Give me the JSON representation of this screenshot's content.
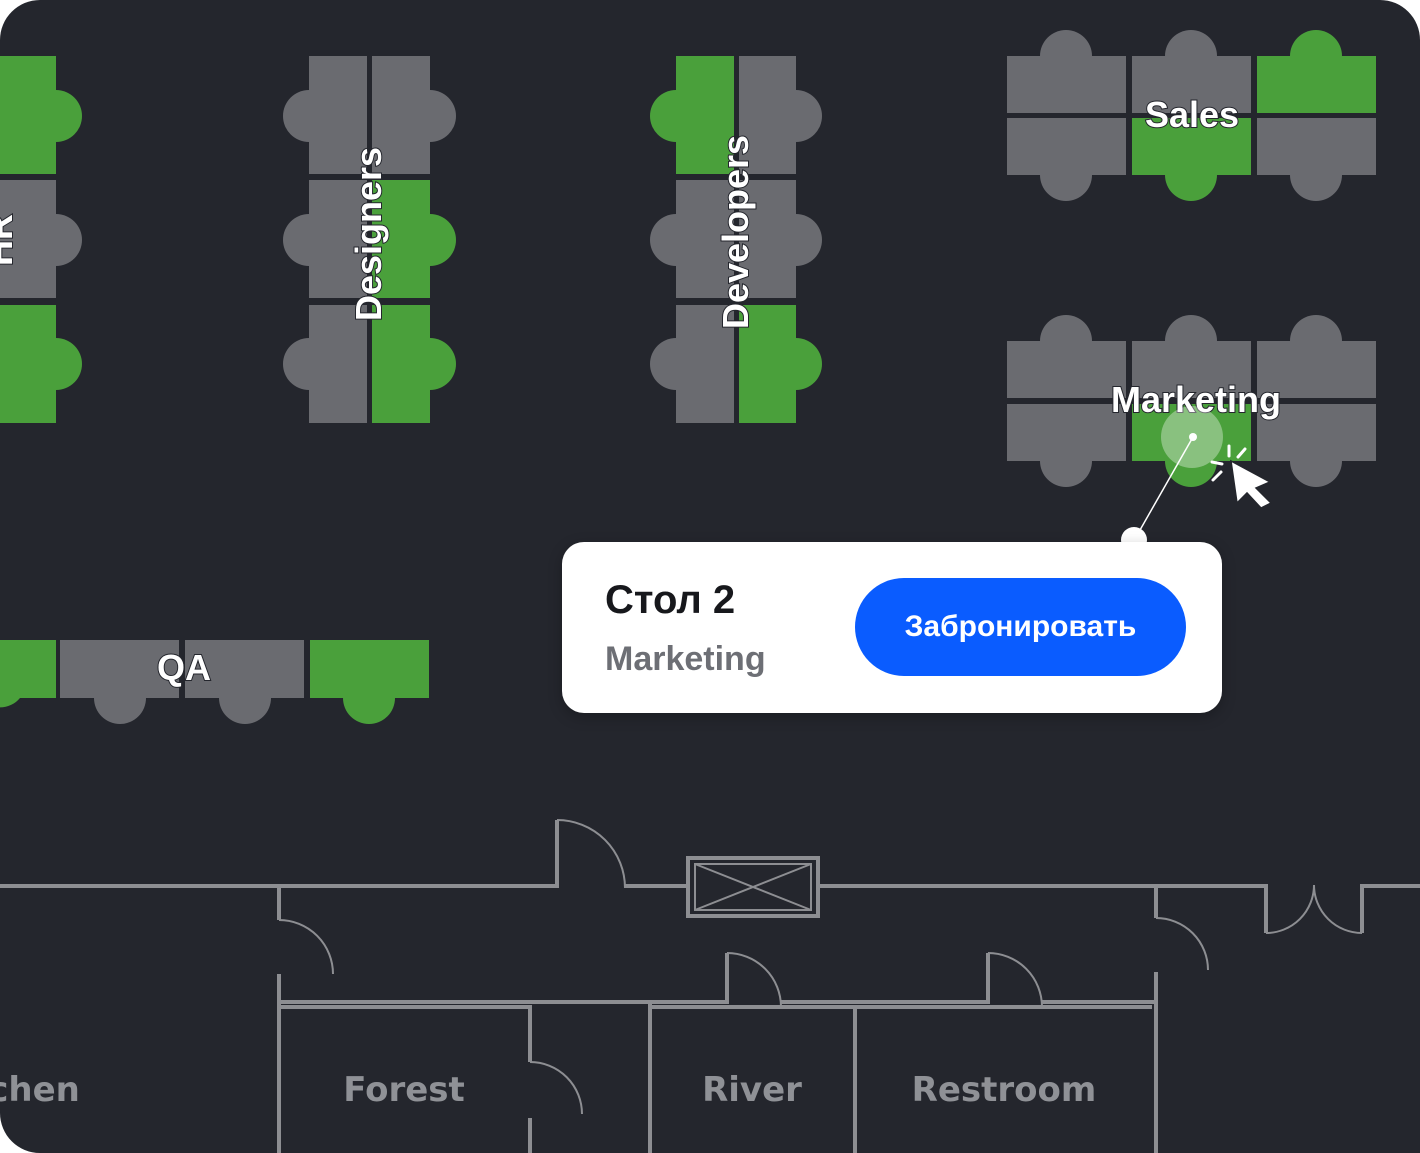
{
  "colors": {
    "background": "#24262d",
    "desk_free": "#6a6b70",
    "desk_booked": "#4aa03b",
    "chair_free": "#6a6b70",
    "chair_booked": "#4aa03b",
    "wall": "#8d8e92",
    "accent": "#0a5cff"
  },
  "zones": [
    {
      "id": "hr",
      "label": "HR"
    },
    {
      "id": "designers",
      "label": "Designers"
    },
    {
      "id": "developers",
      "label": "Developers"
    },
    {
      "id": "sales",
      "label": "Sales"
    },
    {
      "id": "marketing",
      "label": "Marketing"
    },
    {
      "id": "qa",
      "label": "QA"
    }
  ],
  "rooms": [
    {
      "label": "Kitchen"
    },
    {
      "label": "Forest"
    },
    {
      "label": "River"
    },
    {
      "label": "Restroom"
    }
  ],
  "popup": {
    "title": "Стол 2",
    "zone": "Marketing",
    "book_label": "Забронировать"
  },
  "icons": {
    "cursor": "arrow-cursor-icon",
    "click": "click-burst-icon",
    "elevator": "elevator-icon"
  }
}
